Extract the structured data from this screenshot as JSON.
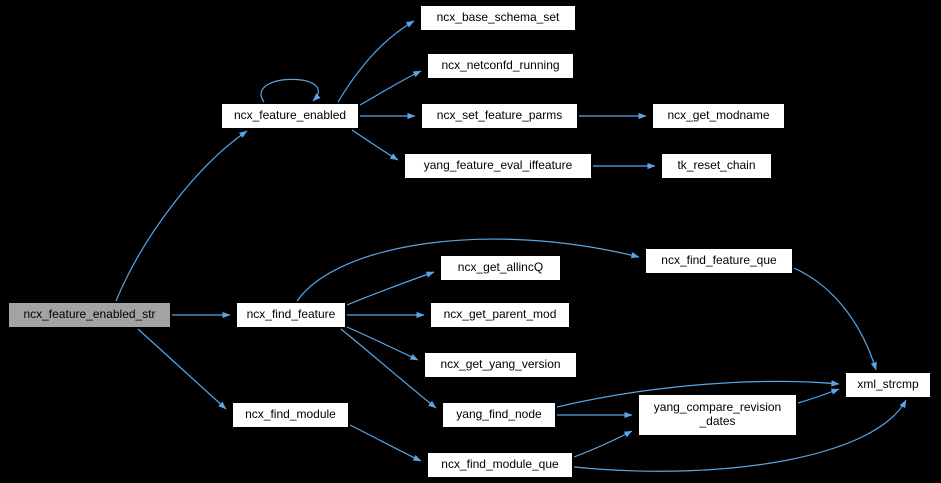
{
  "diagram": {
    "type": "call-graph",
    "colors": {
      "background": "#000000",
      "node_fill": "#ffffff",
      "node_border": "#000000",
      "highlight_fill": "#a3a3a3",
      "edge": "#58a6e8",
      "text": "#000000"
    },
    "nodes": [
      {
        "id": "ncx_feature_enabled_str",
        "label": "ncx_feature_enabled_str",
        "highlighted": true
      },
      {
        "id": "ncx_feature_enabled",
        "label": "ncx_feature_enabled"
      },
      {
        "id": "ncx_base_schema_set",
        "label": "ncx_base_schema_set"
      },
      {
        "id": "ncx_netconfd_running",
        "label": "ncx_netconfd_running"
      },
      {
        "id": "ncx_set_feature_parms",
        "label": "ncx_set_feature_parms"
      },
      {
        "id": "yang_feature_eval_iffeature",
        "label": "yang_feature_eval_iffeature"
      },
      {
        "id": "ncx_get_modname",
        "label": "ncx_get_modname"
      },
      {
        "id": "tk_reset_chain",
        "label": "tk_reset_chain"
      },
      {
        "id": "ncx_find_feature_que",
        "label": "ncx_find_feature_que"
      },
      {
        "id": "ncx_get_allincQ",
        "label": "ncx_get_allincQ"
      },
      {
        "id": "ncx_find_feature",
        "label": "ncx_find_feature"
      },
      {
        "id": "ncx_get_parent_mod",
        "label": "ncx_get_parent_mod"
      },
      {
        "id": "ncx_get_yang_version",
        "label": "ncx_get_yang_version"
      },
      {
        "id": "yang_find_node",
        "label": "yang_find_node"
      },
      {
        "id": "ncx_find_module",
        "label": "ncx_find_module"
      },
      {
        "id": "yang_compare_revision_dates",
        "label": "yang_compare_revision_dates",
        "lines": [
          "yang_compare_revision",
          "_dates"
        ]
      },
      {
        "id": "ncx_find_module_que",
        "label": "ncx_find_module_que"
      },
      {
        "id": "xml_strcmp",
        "label": "xml_strcmp"
      }
    ],
    "edges": [
      {
        "from": "ncx_feature_enabled_str",
        "to": "ncx_feature_enabled"
      },
      {
        "from": "ncx_feature_enabled_str",
        "to": "ncx_find_feature"
      },
      {
        "from": "ncx_feature_enabled_str",
        "to": "ncx_find_module"
      },
      {
        "from": "ncx_feature_enabled",
        "to": "ncx_feature_enabled"
      },
      {
        "from": "ncx_feature_enabled",
        "to": "ncx_base_schema_set"
      },
      {
        "from": "ncx_feature_enabled",
        "to": "ncx_netconfd_running"
      },
      {
        "from": "ncx_feature_enabled",
        "to": "ncx_set_feature_parms"
      },
      {
        "from": "ncx_feature_enabled",
        "to": "yang_feature_eval_iffeature"
      },
      {
        "from": "ncx_set_feature_parms",
        "to": "ncx_get_modname"
      },
      {
        "from": "yang_feature_eval_iffeature",
        "to": "tk_reset_chain"
      },
      {
        "from": "ncx_find_feature",
        "to": "ncx_find_feature_que"
      },
      {
        "from": "ncx_find_feature",
        "to": "ncx_get_allincQ"
      },
      {
        "from": "ncx_find_feature",
        "to": "ncx_get_parent_mod"
      },
      {
        "from": "ncx_find_feature",
        "to": "ncx_get_yang_version"
      },
      {
        "from": "ncx_find_feature",
        "to": "yang_find_node"
      },
      {
        "from": "ncx_find_feature_que",
        "to": "xml_strcmp"
      },
      {
        "from": "yang_find_node",
        "to": "yang_compare_revision_dates"
      },
      {
        "from": "yang_find_node",
        "to": "xml_strcmp"
      },
      {
        "from": "ncx_find_module",
        "to": "ncx_find_module_que"
      },
      {
        "from": "ncx_find_module_que",
        "to": "yang_compare_revision_dates"
      },
      {
        "from": "ncx_find_module_que",
        "to": "xml_strcmp"
      },
      {
        "from": "yang_compare_revision_dates",
        "to": "xml_strcmp"
      }
    ]
  }
}
